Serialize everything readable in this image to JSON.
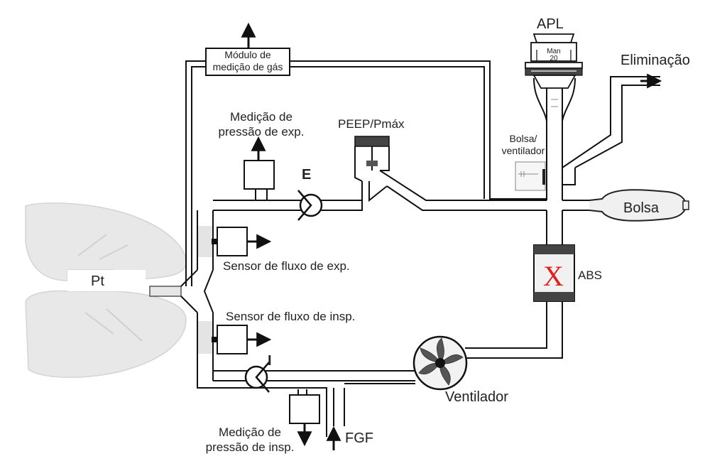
{
  "labels": {
    "modulo": [
      "Módulo de",
      "medição de gás"
    ],
    "apl": "APL",
    "apl_man": "Man",
    "apl_value": "20",
    "eliminacao": "Eliminação",
    "medicao_exp": [
      "Medição de",
      "pressão de exp."
    ],
    "peep": "PEEP/Pmáx",
    "bolsa_ventilador": [
      "Bolsa/",
      "ventilador"
    ],
    "valve_e": "E",
    "bolsa": "Bolsa",
    "pt": "Pt",
    "sensor_exp": "Sensor de fluxo de exp.",
    "abs": "ABS",
    "abs_mark": "X",
    "sensor_insp": "Sensor de fluxo de insp.",
    "valve_i": "I",
    "ventilador": "Ventilador",
    "medicao_insp": [
      "Medição de",
      "pressão de insp."
    ],
    "fgf": "FGF"
  },
  "colors": {
    "line": "#111111",
    "lung": "#e6e6e6",
    "abs_mark": "#e0201c",
    "block": "#444444"
  },
  "icons": [
    "check-valve-icon",
    "fan-icon",
    "bag-icon",
    "lungs-icon",
    "arrow-up-icon",
    "arrow-down-icon",
    "arrow-right-icon"
  ]
}
